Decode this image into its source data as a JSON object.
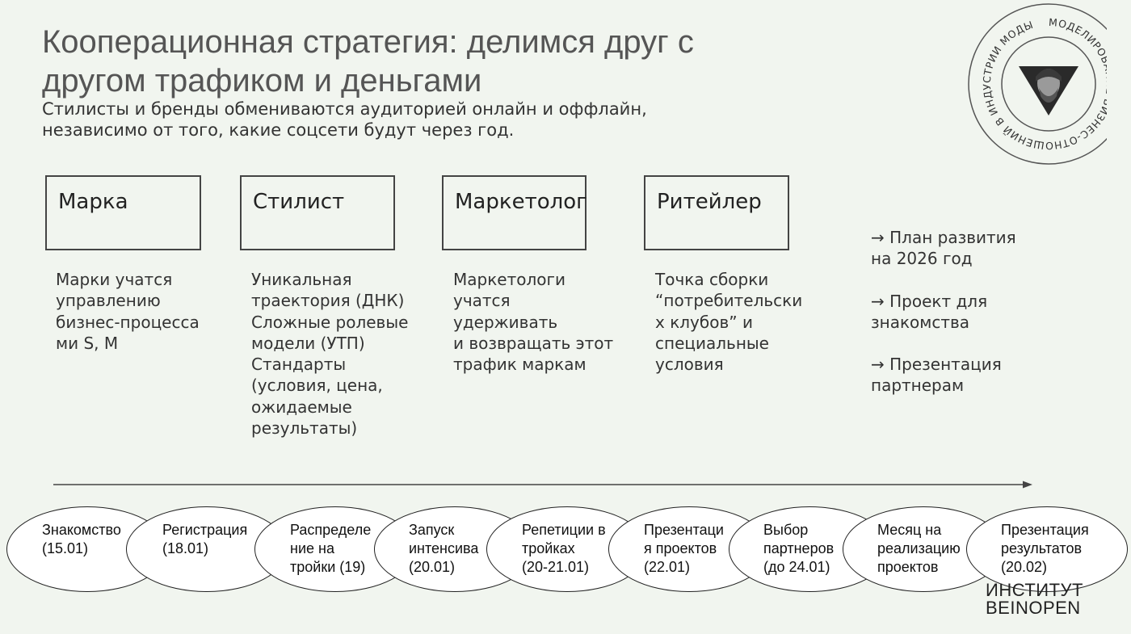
{
  "title": "Кооперационная стратегия: делимся друг с другом трафиком и деньгами",
  "subtitle": "Стилисты и бренды обмениваются аудиторией онлайн и оффлайн, независимо от того, какие соцсети будут через год.",
  "roles": [
    {
      "label": "Марка",
      "desc": "Марки учатся\nуправлению\nбизнес-процесса\nми S, M"
    },
    {
      "label": "Стилист",
      "desc": "Уникальная\nтраектория (ДНК)\nСложные ролевые\nмодели (УТП)\nСтандарты\n(условия, цена,\nожидаемые\nрезультаты)"
    },
    {
      "label": "Маркетолог",
      "desc": "Маркетологи\nучатся удерживать\nи возвращать этот\nтрафик маркам"
    },
    {
      "label": "Ритейлер",
      "desc": "Точка сборки\n“потребительски\nх клубов” и\nспециальные\nусловия"
    }
  ],
  "links": [
    "→ План развития\nна 2026 год",
    "→ Проект для\nзнакомства",
    "→ Презентация\nпартнерам"
  ],
  "timeline": [
    "Знакомство\n(15.01)",
    "Регистрация\n(18.01)",
    "Распределе\nние на\nтройки (19)",
    "Запуск\nинтенсива\n(20.01)",
    "Репетиции в\nтройках\n(20-21.01)",
    "Презентаци\nя проектов\n(22.01)",
    "Выбор\nпартнеров\n(до 24.01)",
    "Месяц на\nреализацию\nпроектов",
    "Презентация\nрезультатов\n(20.02)"
  ],
  "emblem": {
    "ring_text": "МОДЕЛИРОВАНИЕ БИЗНЕС-ОТНОШЕНИЙ В ИНДУСТРИИ МОДЫ",
    "icon": "portrait-triangle-icon"
  },
  "brand": {
    "line1": "ИНСТИТУТ",
    "line2": "BEINOPEN"
  },
  "colors": {
    "background": "#f1f5ef",
    "title": "#555555",
    "stroke": "#222222"
  }
}
